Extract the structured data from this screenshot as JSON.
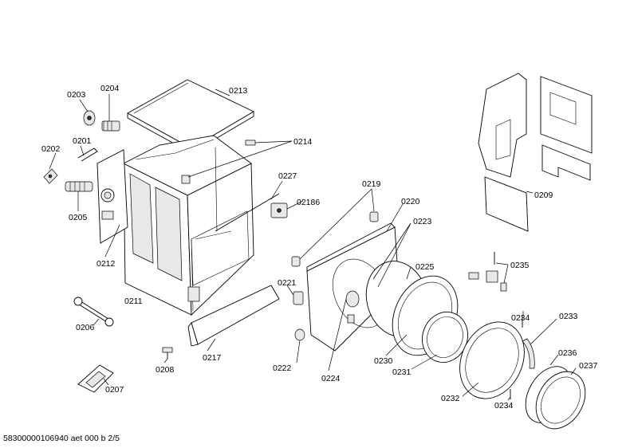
{
  "labels": {
    "p0213": "0213",
    "p0204": "0204",
    "p0203": "0203",
    "p0201": "0201",
    "p0202": "0202",
    "p0205": "0205",
    "p0212": "0212",
    "p0211": "0211",
    "p0214": "0214",
    "p0227": "0227",
    "p02186": "02186",
    "p0219": "0219",
    "p0220": "0220",
    "p0223": "0223",
    "p0225": "0225",
    "p0221": "0221",
    "p0222": "0222",
    "p0224": "0224",
    "p0230": "0230",
    "p0231": "0231",
    "p0232": "0232",
    "p0209": "0209",
    "p0235": "0235",
    "p0234a": "0234",
    "p0233": "0233",
    "p0236": "0236",
    "p0237": "0237",
    "p0234b": "0234",
    "p0206": "0206",
    "p0208": "0208",
    "p0217": "0217",
    "p0207": "0207"
  },
  "footer": {
    "doc_id": "58300000106940 aet 000 b 2/5"
  }
}
